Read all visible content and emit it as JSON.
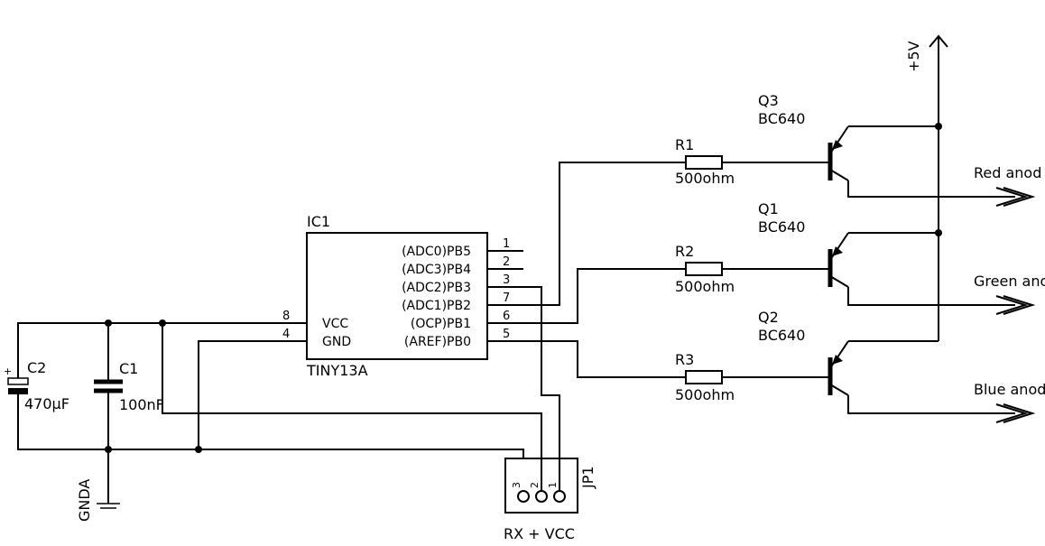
{
  "ic": {
    "name": "IC1",
    "value": "TINY13A",
    "left_pins": [
      {
        "label": "VCC",
        "num": "8"
      },
      {
        "label": "GND",
        "num": "4"
      }
    ],
    "right_pins": [
      {
        "label": "(ADC0)PB5",
        "num": "1"
      },
      {
        "label": "(ADC3)PB4",
        "num": "2"
      },
      {
        "label": "(ADC2)PB3",
        "num": "3"
      },
      {
        "label": "(ADC1)PB2",
        "num": "7"
      },
      {
        "label": "(OCP)PB1",
        "num": "6"
      },
      {
        "label": "(AREF)PB0",
        "num": "5"
      }
    ]
  },
  "capacitors": [
    {
      "name": "C2",
      "value": "470µF",
      "polarity": "+"
    },
    {
      "name": "C1",
      "value": "100nF"
    }
  ],
  "ground_label": "GNDA",
  "supply_label": "+5V",
  "connector": {
    "name": "JP1",
    "label": "RX + VCC",
    "pins": [
      "3",
      "2",
      "1"
    ]
  },
  "resistors": [
    {
      "name": "R1",
      "value": "500ohm"
    },
    {
      "name": "R2",
      "value": "500ohm"
    },
    {
      "name": "R3",
      "value": "500ohm"
    }
  ],
  "transistors": [
    {
      "name": "Q3",
      "value": "BC640"
    },
    {
      "name": "Q1",
      "value": "BC640"
    },
    {
      "name": "Q2",
      "value": "BC640"
    }
  ],
  "outputs": [
    "Red anod",
    "Green anod",
    "Blue anod"
  ]
}
